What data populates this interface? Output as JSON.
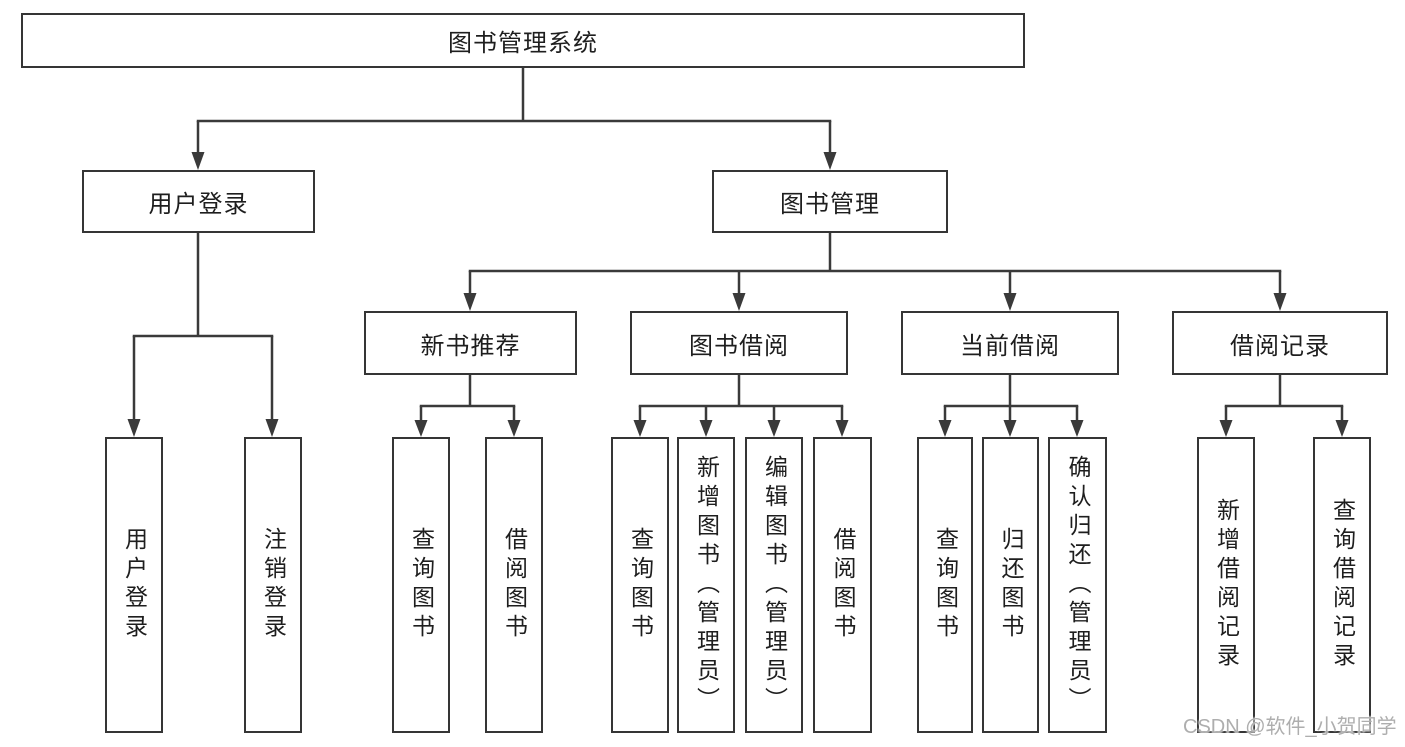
{
  "diagram": {
    "title_node": {
      "label": "图书管理系统"
    },
    "level2": [
      {
        "label": "用户登录"
      },
      {
        "label": "图书管理"
      }
    ],
    "level3": [
      {
        "label": "新书推荐"
      },
      {
        "label": "图书借阅"
      },
      {
        "label": "当前借阅"
      },
      {
        "label": "借阅记录"
      }
    ],
    "leaves": [
      {
        "label": "用户登录",
        "parent": "用户登录"
      },
      {
        "label": "注销登录",
        "parent": "用户登录"
      },
      {
        "label": "查询图书",
        "parent": "新书推荐"
      },
      {
        "label": "借阅图书",
        "parent": "新书推荐"
      },
      {
        "label": "查询图书",
        "parent": "图书借阅"
      },
      {
        "label": "新增图书（管理员）",
        "parent": "图书借阅"
      },
      {
        "label": "编辑图书（管理员）",
        "parent": "图书借阅"
      },
      {
        "label": "借阅图书",
        "parent": "图书借阅"
      },
      {
        "label": "查询图书",
        "parent": "当前借阅"
      },
      {
        "label": "归还图书",
        "parent": "当前借阅"
      },
      {
        "label": "确认归还（管理员）",
        "parent": "当前借阅"
      },
      {
        "label": "新增借阅记录",
        "parent": "借阅记录"
      },
      {
        "label": "查询借阅记录",
        "parent": "借阅记录"
      }
    ]
  },
  "watermark": {
    "text": "CSDN @软件_小贺同学"
  },
  "colors": {
    "line": "#3a3a3a",
    "box_border": "#353535",
    "text": "#1e1e1e",
    "watermark": "#aeaeae",
    "background": "#ffffff"
  }
}
